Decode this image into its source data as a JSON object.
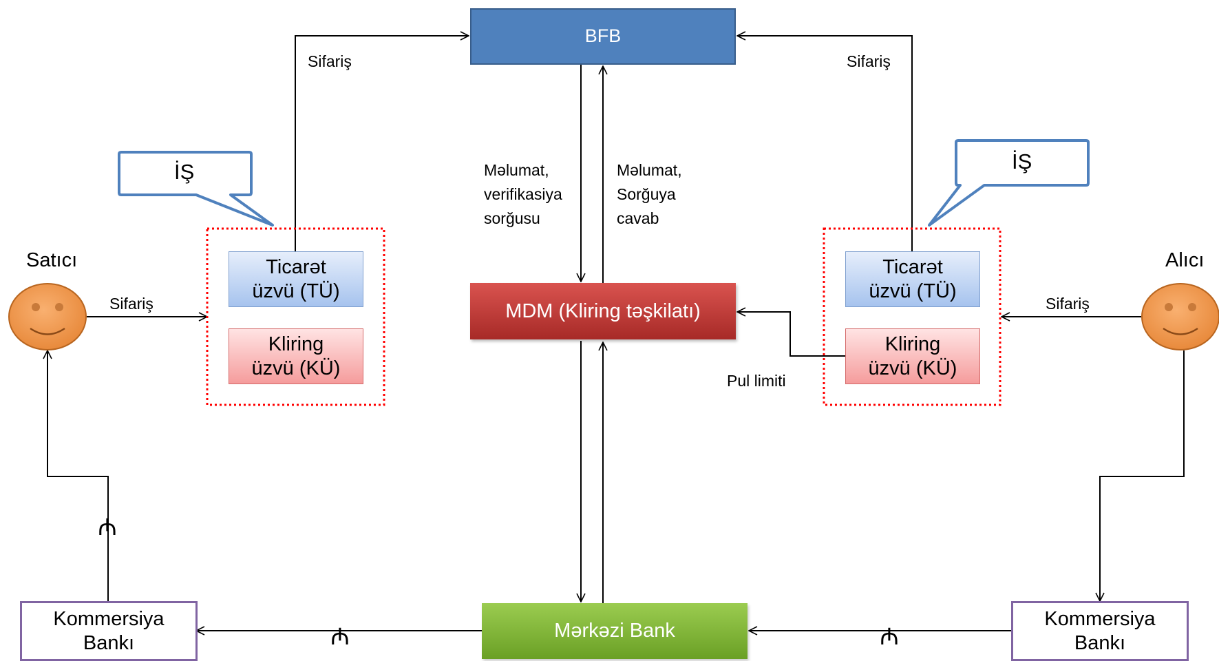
{
  "nodes": {
    "bfb": "BFB",
    "mdm": "MDM (Kliring təşkilatı)",
    "central_bank": "Mərkəzi Bank",
    "trade_member": "Ticarət\nüzvü (TÜ)",
    "clearing_member": "Kliring\nüzvü (KÜ)",
    "commercial_bank": "Kommersiya\nBankı"
  },
  "people": {
    "seller": "Satıcı",
    "buyer": "Alıcı"
  },
  "bubbles": {
    "left": "İŞ",
    "right": "İŞ"
  },
  "edge_labels": {
    "order": "Sifariş",
    "info_request": "Məlumat,\nverifikasiya\nsorğusu",
    "info_response": "Məlumat,\nSorğuya\ncavab",
    "money_limit": "Pul limiti"
  },
  "colors": {
    "bfb": "#4f81bd",
    "mdm": "#c0392b",
    "central_bank": "#8dc63f",
    "trade_member": "#c5d9f1",
    "clearing_member": "#f8b8b8",
    "commercial_bank_border": "#8064a2",
    "smiley": "#f4a460",
    "dotted_frame": "#ff0000",
    "bubble_border": "#4f81bd"
  },
  "currency_symbol": "₼"
}
